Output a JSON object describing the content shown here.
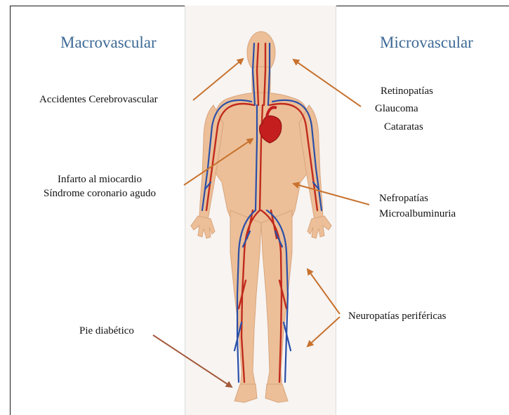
{
  "headings": {
    "macro": "Macrovascular",
    "micro": "Microvascular"
  },
  "labels": {
    "stroke": "Accidentes Cerebrovascular",
    "infarct_1": "Infarto al miocardio",
    "infarct_2": "Síndrome coronario agudo",
    "diabetic_foot": "Pie diabético",
    "retino": "Retinopatías",
    "glaucoma": "Glaucoma",
    "cataracts": "Cataratas",
    "nephro": "Nefropatías",
    "microalb": "Microalbuminuria",
    "neuro": "Neuropatías periféricas"
  },
  "colors": {
    "heading": "#3e6a96",
    "arrow": "#c8722e",
    "skin": "#ecbf98",
    "artery": "#c02a1c",
    "vein": "#2a4fa8",
    "heart": "#c41e1e"
  }
}
